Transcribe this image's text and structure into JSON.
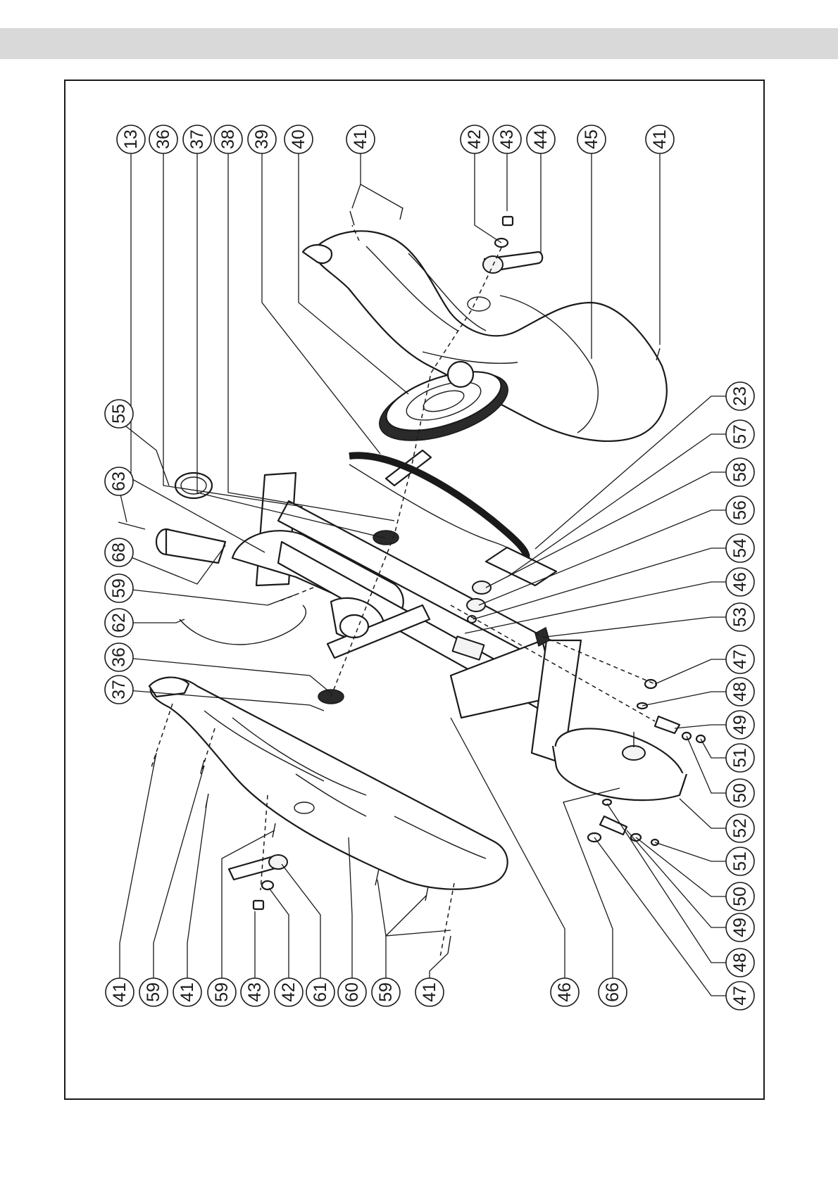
{
  "callouts_left": [
    "13",
    "36",
    "37",
    "38",
    "39",
    "40",
    "41",
    "42",
    "43",
    "44",
    "45",
    "41"
  ],
  "callouts_right": [
    "23",
    "57",
    "58",
    "56",
    "54",
    "46",
    "53",
    "47",
    "48",
    "49",
    "51",
    "50",
    "52",
    "51",
    "50",
    "49",
    "48",
    "47"
  ],
  "callouts_bottom": [
    "41",
    "59",
    "41",
    "59",
    "43",
    "42",
    "61",
    "60",
    "59",
    "41",
    "46",
    "66"
  ],
  "callouts_upper": [
    "55",
    "63",
    "68",
    "59",
    "62",
    "36",
    "37"
  ]
}
